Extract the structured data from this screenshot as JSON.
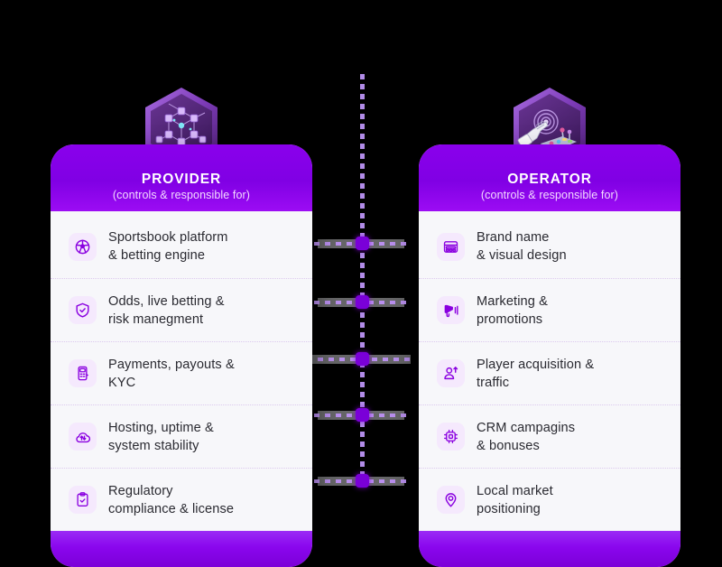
{
  "page": {
    "background_color": "#000000",
    "accent_color": "#8000E4",
    "card_bg_color": "#F7F7FA",
    "tile_color": "#F5E9FD"
  },
  "title": {
    "line1_redacted": "",
    "line2_redacted": "",
    "subtitle_redacted": ""
  },
  "cards": [
    {
      "key": "provider",
      "title": "PROVIDER",
      "subtitle": "(controls & responsible for)",
      "badge_icon": "network-nodes-hexagon-icon",
      "items": [
        {
          "icon": "soccer-ball-icon",
          "text": "Sportsbook platform\n& betting engine"
        },
        {
          "icon": "shield-check-icon",
          "text": "Odds, live betting &\nrisk manegment"
        },
        {
          "icon": "payment-terminal-icon",
          "text": "Payments, payouts &\nKYC"
        },
        {
          "icon": "cloud-sync-icon",
          "text": "Hosting, uptime &\nsystem stability"
        },
        {
          "icon": "clipboard-check-icon",
          "text": "Regulatory\ncompliance & license"
        }
      ]
    },
    {
      "key": "operator",
      "title": "OPERATOR",
      "subtitle": "(controls & responsible for)",
      "badge_icon": "robot-hand-control-panel-hexagon-icon",
      "items": [
        {
          "icon": "browser-layout-icon",
          "text": "Brand name\n& visual design"
        },
        {
          "icon": "megaphone-icon",
          "text": "Marketing &\npromotions"
        },
        {
          "icon": "user-acquisition-icon",
          "text": "Player acquisition &\ntraffic"
        },
        {
          "icon": "chip-icon",
          "text": "CRM campagins\n& bonuses"
        },
        {
          "icon": "map-pin-icon",
          "text": "Local market\npositioning"
        }
      ]
    }
  ],
  "connector": {
    "node_color": "#7A00D8",
    "line_color": "#B98FEE",
    "node_count": 5
  },
  "provider_items_text": {
    "0": "Sportsbook platform\n& betting engine",
    "1": "Odds, live betting &\nrisk manegment",
    "2": "Payments, payouts &\nKYC",
    "3": "Hosting, uptime &\nsystem stability",
    "4": "Regulatory\ncompliance & license"
  },
  "operator_items_text": {
    "0": "Brand name\n& visual design",
    "1": "Marketing &\npromotions",
    "2": "Player acquisition &\ntraffic",
    "3": "CRM campagins\n& bonuses",
    "4": "Local market\npositioning"
  }
}
